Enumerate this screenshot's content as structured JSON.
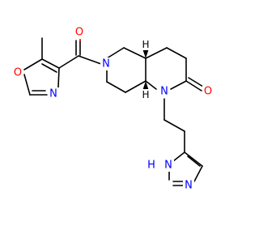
{
  "colors": {
    "carbon": "#000000",
    "oxygen": "#ff0000",
    "nitrogen": "#0000ff",
    "background": "#ffffff"
  },
  "atoms": {
    "carbonyl_oxygen": "O",
    "ring_nitrogen": "N",
    "oxazole_oxygen": "O",
    "oxazole_nitrogen": "N",
    "lactam_oxygen": "O",
    "lactam_nitrogen": "N",
    "imidazole_nh": "N",
    "imidazole_nh_hydrogen": "H",
    "imidazole_n": "N",
    "stereo_h_upper": "H",
    "stereo_h_lower": "H"
  }
}
